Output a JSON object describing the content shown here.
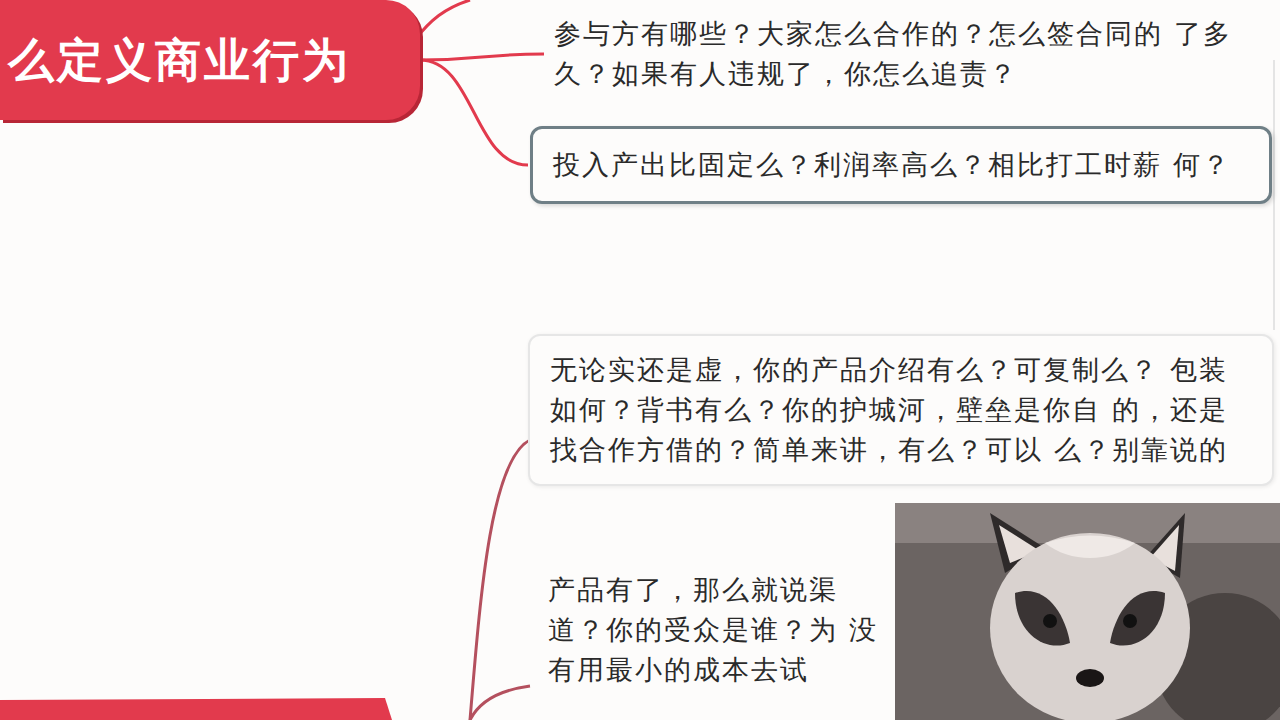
{
  "diagram": {
    "nodes": [
      {
        "text": [
          "么定义商业行为"
        ]
      },
      {
        "text": [
          "参与方有哪些？大家怎么合作的？怎么签合同的 了多久？如果有人违规了，你怎么追责？"
        ]
      },
      {
        "text": [
          "投入产出比固定么？利润率高么？相比打工时薪 何？"
        ]
      },
      {
        "text": [
          "无论实还是虚，你的产品介绍有么？可复制么？ 包装如何？背书有么？你的护城河，壁垒是你自 的，还是找合作方借的？简单来讲，有么？可以 么？别靠说的"
        ]
      },
      {
        "text": [
          "产品有了，那么就说渠 道？你的受众是谁？为 没有用最小的成本去试"
        ]
      }
    ],
    "edges": [
      {
        "from": 0,
        "to": 1,
        "arrow": "none"
      },
      {
        "from": 0,
        "to": 2,
        "arrow": "none"
      }
    ]
  }
}
